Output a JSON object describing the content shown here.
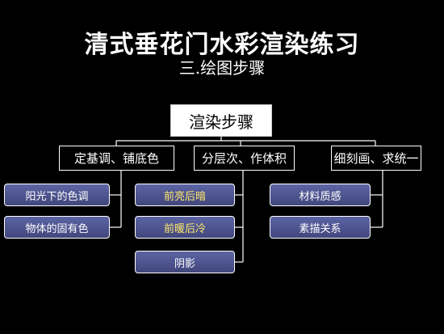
{
  "header": {
    "title": "清式垂花门水彩渲染练习",
    "subtitle": "三.绘图步骤"
  },
  "diagram": {
    "root": "渲染步骤",
    "categories": [
      {
        "label": "定基调、铺底色",
        "items": [
          {
            "label": "阳光下的色调",
            "highlight": false
          },
          {
            "label": "物体的固有色",
            "highlight": false
          }
        ]
      },
      {
        "label": "分层次、作体积",
        "items": [
          {
            "label": "前亮后暗",
            "highlight": true
          },
          {
            "label": "前暖后冷",
            "highlight": true
          },
          {
            "label": "阴影",
            "highlight": false
          }
        ]
      },
      {
        "label": "细刻画、求统一",
        "items": [
          {
            "label": "材料质感",
            "highlight": false
          },
          {
            "label": "素描关系",
            "highlight": false
          }
        ]
      }
    ]
  },
  "colors": {
    "background": "#000000",
    "leaf_fill": "#5560a0",
    "highlight_text": "#ffe86a",
    "line": "#ffffff"
  }
}
